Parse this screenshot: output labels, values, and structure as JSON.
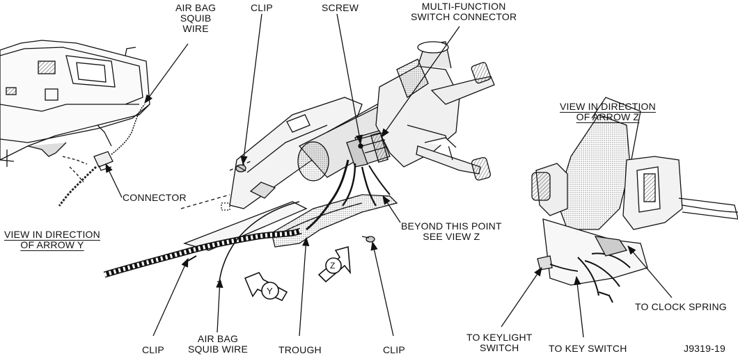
{
  "labels": {
    "air_bag_squib_wire_top": [
      "AIR BAG",
      "SQUIB",
      "WIRE"
    ],
    "clip_top": "CLIP",
    "screw": "SCREW",
    "multi_function": [
      "MULTI-FUNCTION",
      "SWITCH CONNECTOR"
    ],
    "connector": "CONNECTOR",
    "view_arrow_y": [
      "VIEW IN DIRECTION",
      "OF ARROW Y"
    ],
    "view_arrow_z": [
      "VIEW IN DIRECTION",
      "OF ARROW Z"
    ],
    "beyond_point": [
      "BEYOND THIS POINT",
      "SEE VIEW Z"
    ],
    "to_clock_spring": "TO CLOCK SPRING",
    "to_keylight": [
      "TO KEYLIGHT",
      "SWITCH"
    ],
    "to_key_switch": "TO KEY SWITCH",
    "clip_bottom_left": "CLIP",
    "air_bag_squib_wire_bottom": [
      "AIR BAG",
      "SQUIB WIRE"
    ],
    "trough": "TROUGH",
    "clip_bottom_right": "CLIP",
    "figure_id": "J9319-19",
    "arrow_y_letter": "Y",
    "arrow_z_letter": "Z"
  }
}
